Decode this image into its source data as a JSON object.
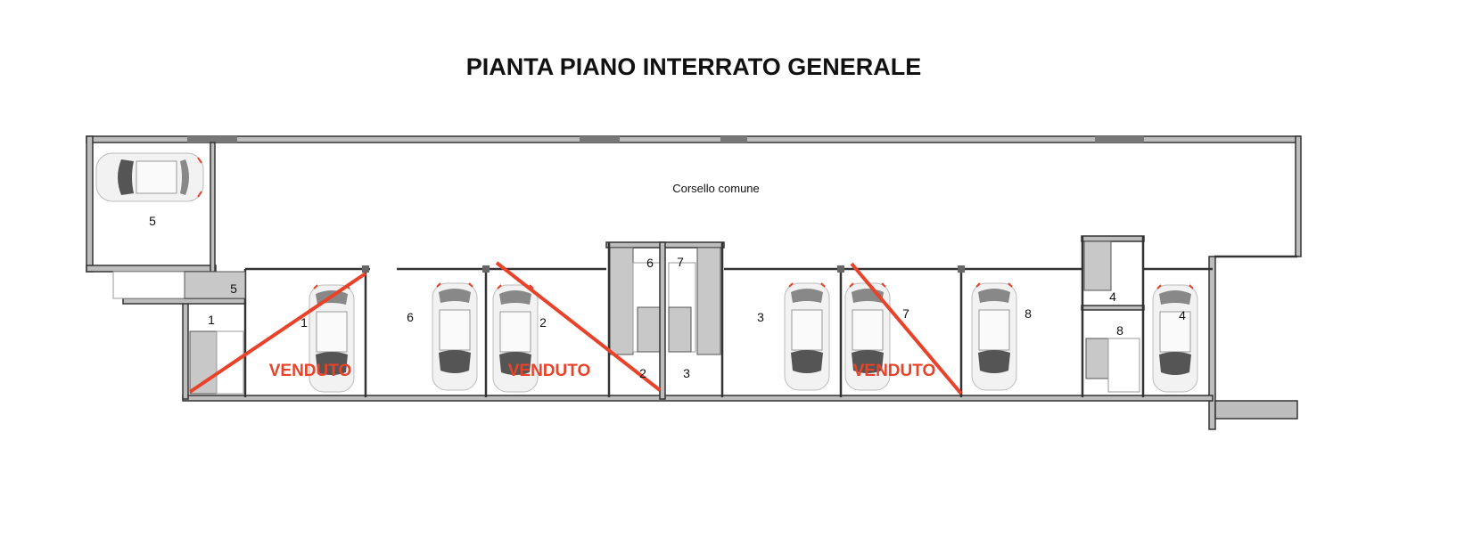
{
  "title": "PIANTA PIANO INTERRATO GENERALE",
  "corridor_label": "Corsello comune",
  "sold_label": "VENDUTO",
  "colors": {
    "sold": "#e8432a",
    "wall": "#bdbdbd",
    "stair": "#c8c8c8"
  },
  "spaces": {
    "garage_5": "5",
    "stair_5": "5",
    "stair_1": "1",
    "box_1": "1",
    "box_6": "6",
    "box_2": "2",
    "stair_6": "6",
    "stair_7": "7",
    "stair_2": "2",
    "stair_3": "3",
    "box_3": "3",
    "box_7": "7",
    "box_8": "8",
    "stair_4": "4",
    "stair_8": "8",
    "box_4": "4"
  }
}
